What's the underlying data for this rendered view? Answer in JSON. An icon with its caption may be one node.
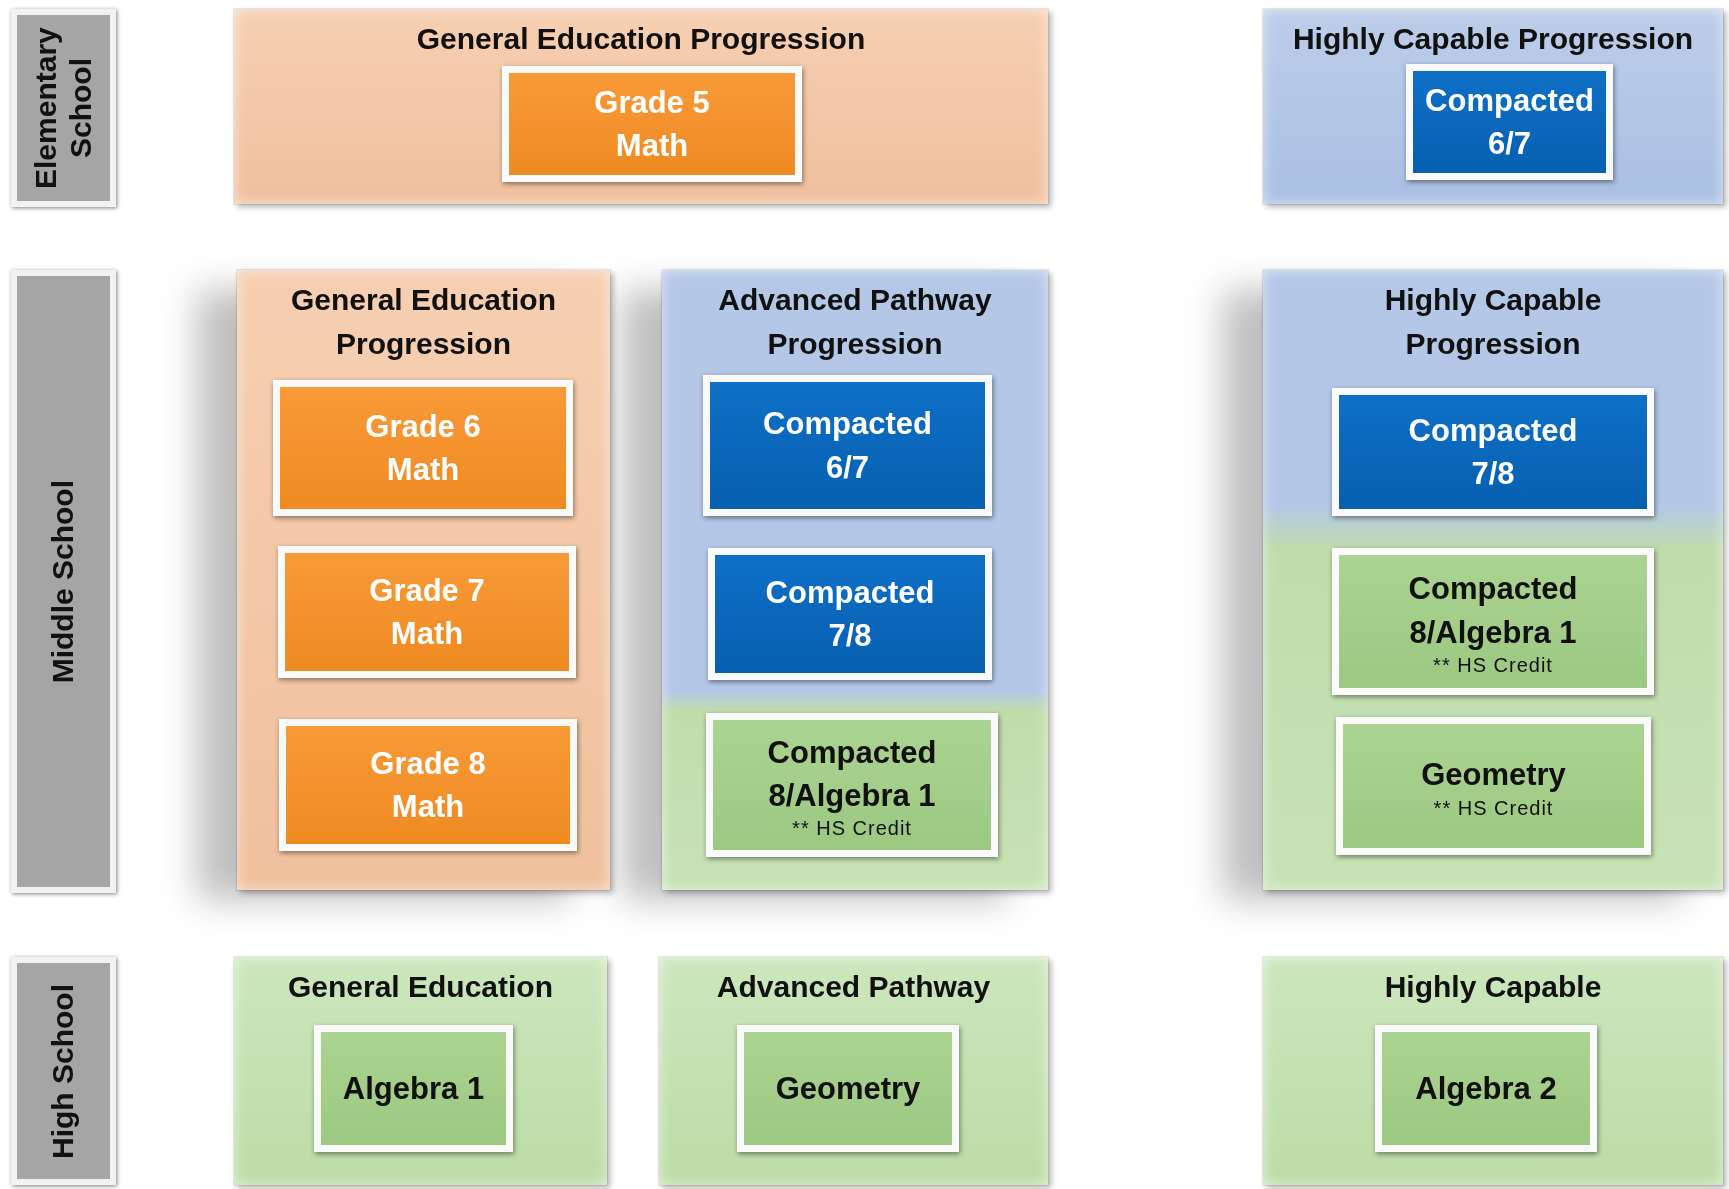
{
  "diagram": {
    "nodes": [
      {
        "text": [
          "Elementary School"
        ]
      },
      {
        "text": [
          "General Education Progression"
        ]
      },
      {
        "text": [
          "Grade 5 Math"
        ],
        "in": 1
      },
      {
        "text": [
          "Highly Capable Progression"
        ]
      },
      {
        "text": [
          "Compacted 6/7"
        ],
        "in": 3
      },
      {
        "text": [
          "Middle School"
        ]
      },
      {
        "text": [
          "General Education Progression"
        ]
      },
      {
        "text": [
          "Grade 6 Math"
        ],
        "in": 6
      },
      {
        "text": [
          "Grade 7 Math"
        ],
        "in": 6
      },
      {
        "text": [
          "Grade 8 Math"
        ],
        "in": 6
      },
      {
        "text": [
          "Advanced Pathway Progression"
        ]
      },
      {
        "text": [
          "Compacted 6/7"
        ],
        "in": 10
      },
      {
        "text": [
          "Compacted 7/8"
        ],
        "in": 10
      },
      {
        "text": [
          "Compacted 8/Algebra 1",
          "** HS Credit"
        ],
        "in": 10
      },
      {
        "text": [
          "Highly Capable Progression"
        ]
      },
      {
        "text": [
          "Compacted 7/8"
        ],
        "in": 14
      },
      {
        "text": [
          "Compacted 8/Algebra 1",
          "** HS Credit"
        ],
        "in": 14
      },
      {
        "text": [
          "Geometry",
          "** HS Credit"
        ],
        "in": 14
      },
      {
        "text": [
          "High School"
        ]
      },
      {
        "text": [
          "General Education"
        ]
      },
      {
        "text": [
          "Algebra 1"
        ],
        "in": 19
      },
      {
        "text": [
          "Advanced Pathway"
        ]
      },
      {
        "text": [
          "Geometry"
        ],
        "in": 21
      },
      {
        "text": [
          "Highly Capable"
        ]
      },
      {
        "text": [
          "Algebra 2"
        ],
        "in": 23
      }
    ]
  }
}
